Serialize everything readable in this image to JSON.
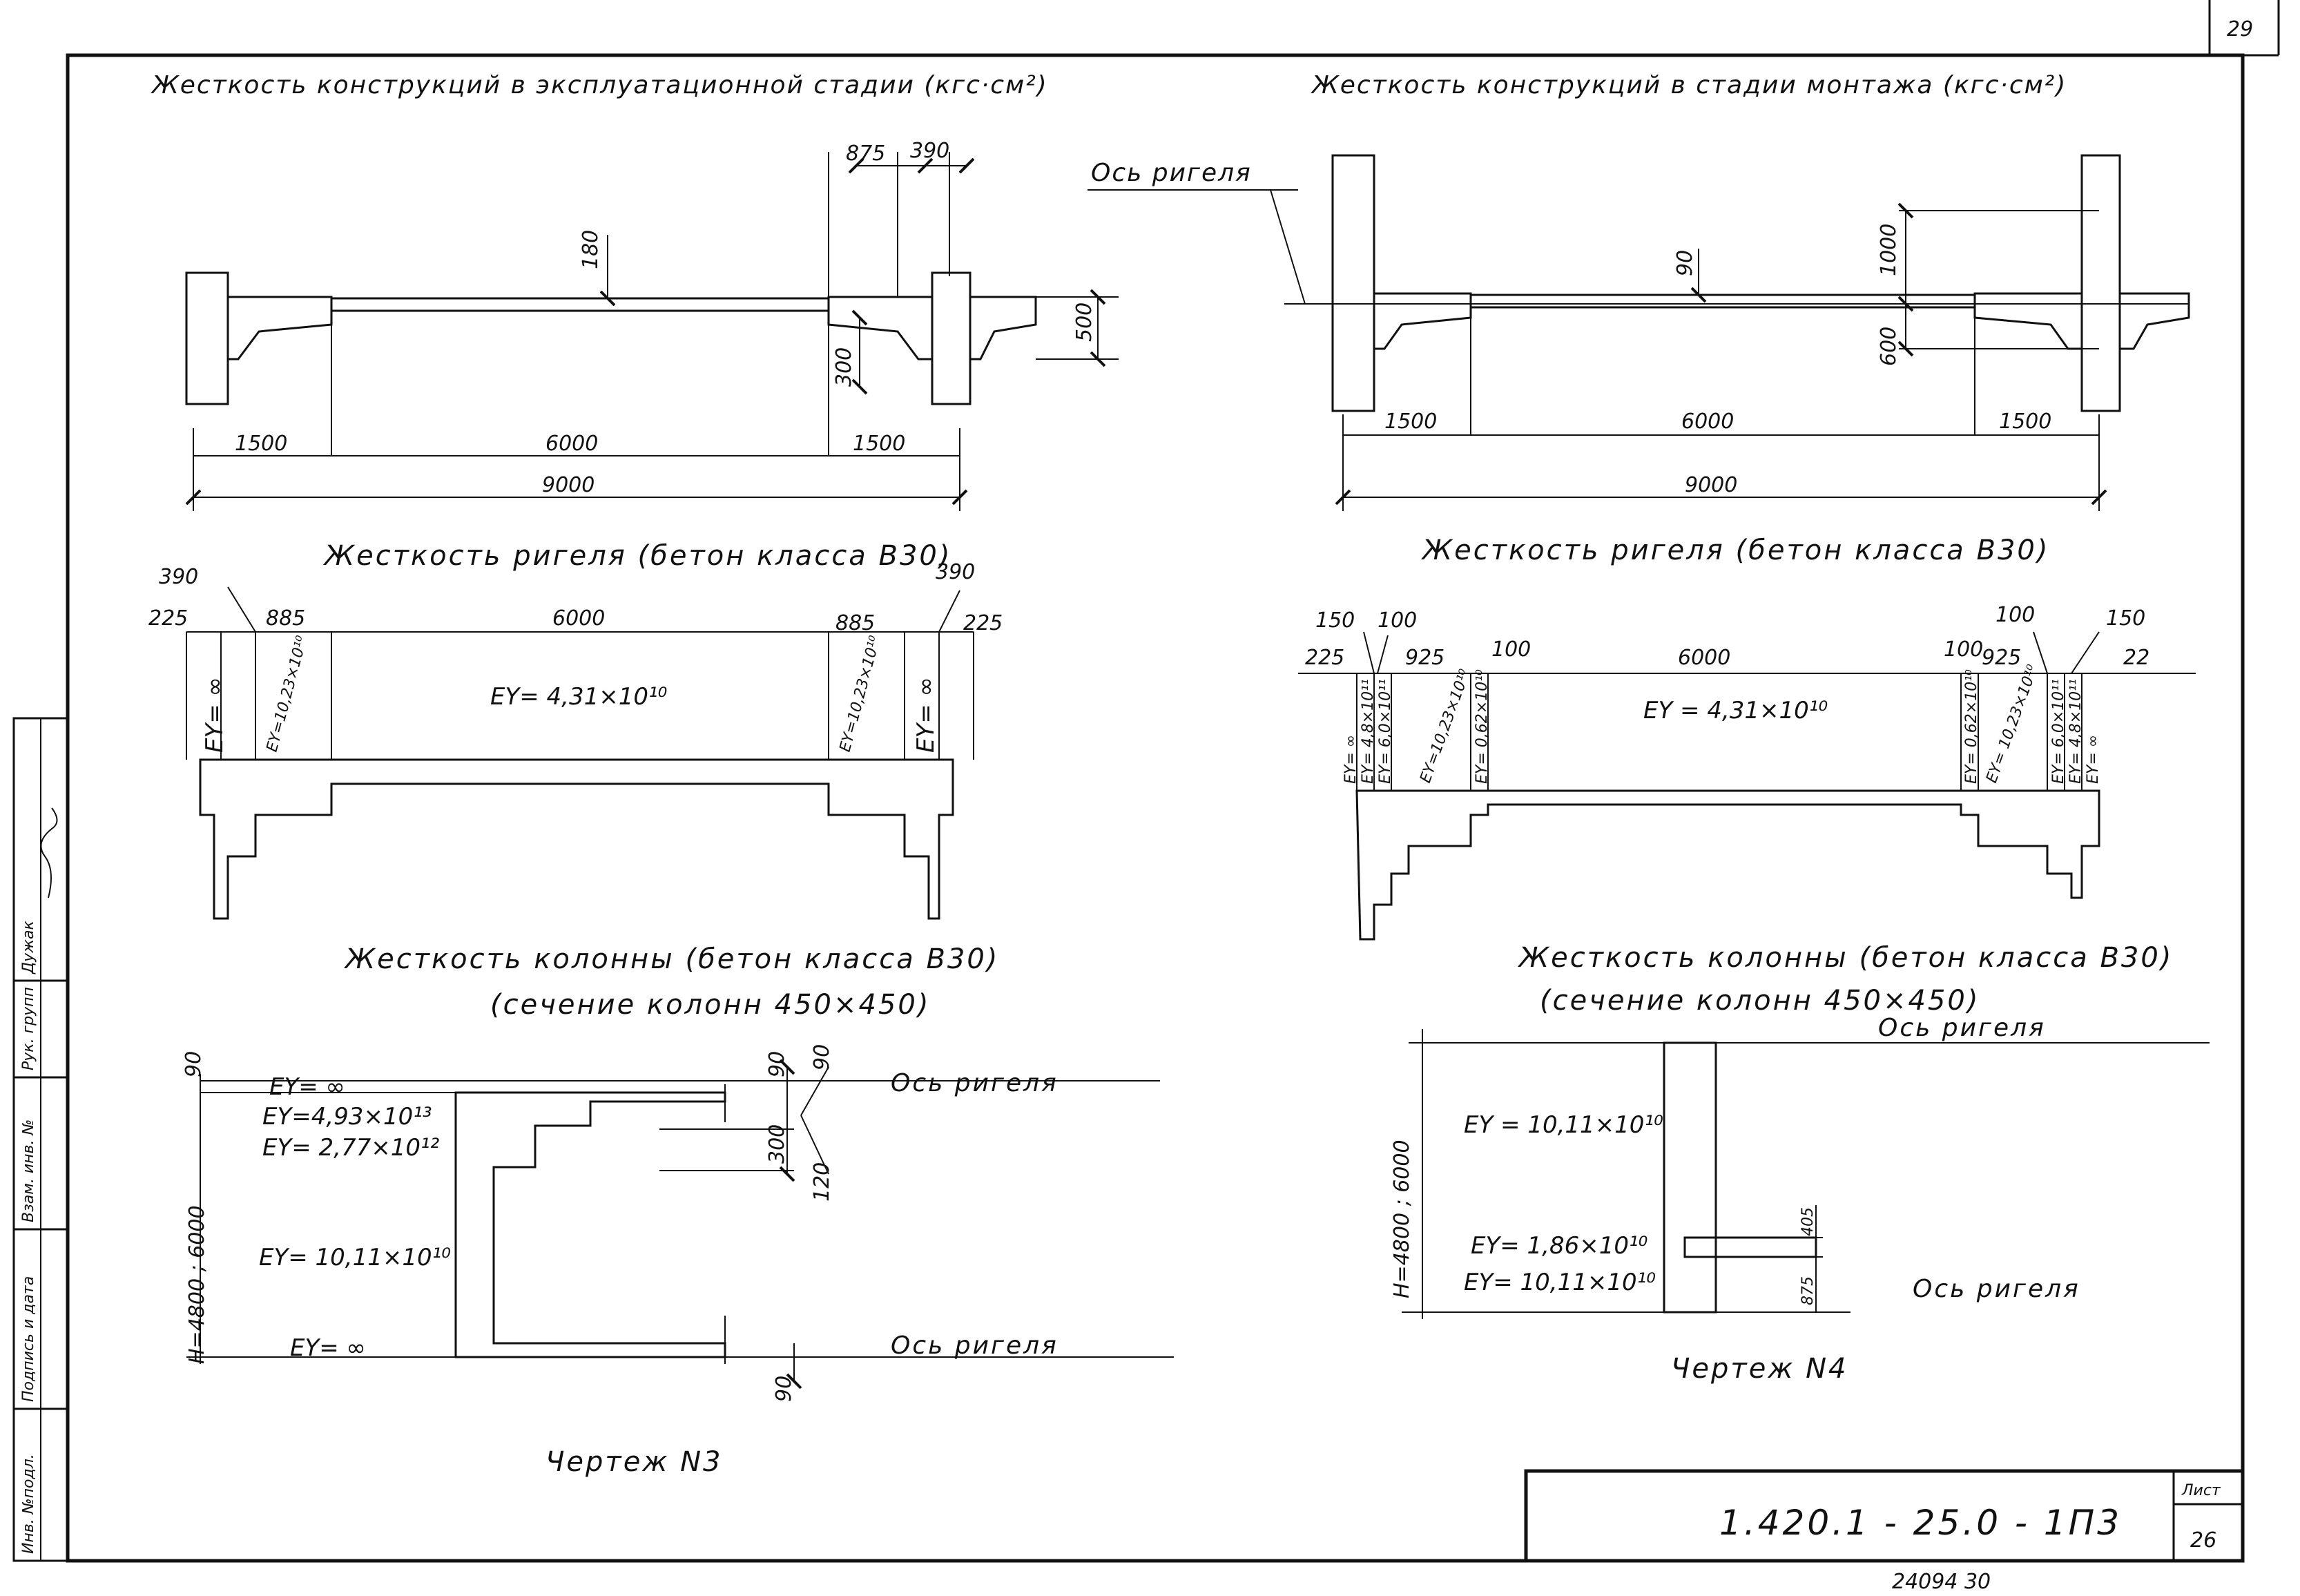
{
  "sheet": {
    "corner_mark": "29",
    "doc_code": "1.420.1 - 25.0 - 1П3",
    "sheet_label": "Лист",
    "sheet_number": "26",
    "bottom_number": "24094 30"
  },
  "left_stamp": {
    "cells": [
      "Инв. №подл.",
      "Подпись и дата",
      "Взам. инв. №",
      "Рук. групп",
      "Дужак"
    ]
  },
  "left_top": {
    "title": "Жесткость конструкций в эксплуатационной стадии (кгс·см²)",
    "dims": {
      "d875": "875",
      "d390": "390",
      "d180": "180",
      "d500": "500",
      "d300": "300",
      "d1500a": "1500",
      "d6000": "6000",
      "d1500b": "1500",
      "d9000": "9000"
    }
  },
  "right_top": {
    "title": "Жесткость конструкций в стадии монтажа (кгс·см²)",
    "axis_label": "Ось ригеля",
    "dims": {
      "d90": "90",
      "d1000": "1000",
      "d600": "600",
      "d1500a": "1500",
      "d6000": "6000",
      "d1500b": "1500",
      "d9000": "9000"
    }
  },
  "left_beam": {
    "caption": "Жесткость ригеля (бетон класса В30)",
    "dims": {
      "d390a": "390",
      "d225a": "225",
      "d885a": "885",
      "d6000": "6000",
      "d885b": "885",
      "d390b": "390",
      "d225b": "225"
    },
    "ey_inf_a": "EY= ∞",
    "ey_side_a": "EY=10,23×10¹⁰",
    "ey_main": "EY= 4,31×10¹⁰",
    "ey_side_b": "EY=10,23×10¹⁰",
    "ey_inf_b": "EY= ∞"
  },
  "right_beam": {
    "caption": "Жесткость ригеля (бетон класса В30)",
    "dims": {
      "d150a": "150",
      "d100a": "100",
      "d225": "225",
      "d925a": "925",
      "d100b": "100",
      "d6000": "6000",
      "d100c": "100",
      "d925b": "925",
      "d100d": "100",
      "d150b": "150",
      "d22": "22"
    },
    "ey_main": "EY = 4,31×10¹⁰",
    "ey_inf_a": "EY= ∞",
    "ey_a2": "EY= 4,8×10¹¹",
    "ey_a3": "EY= 6,0×10¹¹",
    "ey_a4": "EY=10,23×10¹⁰",
    "ey_a5": "EY= 0,62×10¹⁰",
    "ey_b1": "EY= 0,62×10¹⁰",
    "ey_b2": "EY= 10,23×10¹⁰",
    "ey_b3": "EY= 6,0×10¹¹",
    "ey_b4": "EY= 4,8×10¹¹",
    "ey_inf_b": "EY= ∞"
  },
  "left_column": {
    "caption_1": "Жесткость колонны (бетон класса В30)",
    "caption_2": "(сечение колонн 450×450)",
    "ey_inf_top": "EY= ∞",
    "ey_1": "EY=4,93×10¹³",
    "ey_2": "EY= 2,77×10¹²",
    "ey_3": "EY= 10,11×10¹⁰",
    "ey_inf_bot": "EY= ∞",
    "height": "H=4800 ; 6000",
    "axis_top": "Ось ригеля",
    "axis_bot": "Ось ригеля",
    "dims": {
      "d90a": "90",
      "d90b": "90",
      "d90c": "90",
      "d300": "300",
      "d120": "120",
      "d90d": "90"
    },
    "drawing": "Чертеж N3"
  },
  "right_column": {
    "caption_1": "Жесткость колонны (бетон класса В30)",
    "caption_2": "(сечение колонн 450×450)",
    "axis_top": "Ось ригеля",
    "axis_bot": "Ось ригеля",
    "height": "H=4800 ; 6000",
    "ey_1": "EY = 10,11×10¹⁰",
    "ey_2": "EY= 1,86×10¹⁰",
    "ey_3": "EY= 10,11×10¹⁰",
    "dims": {
      "d405": "405",
      "d875": "875"
    },
    "drawing": "Чертеж N4"
  }
}
